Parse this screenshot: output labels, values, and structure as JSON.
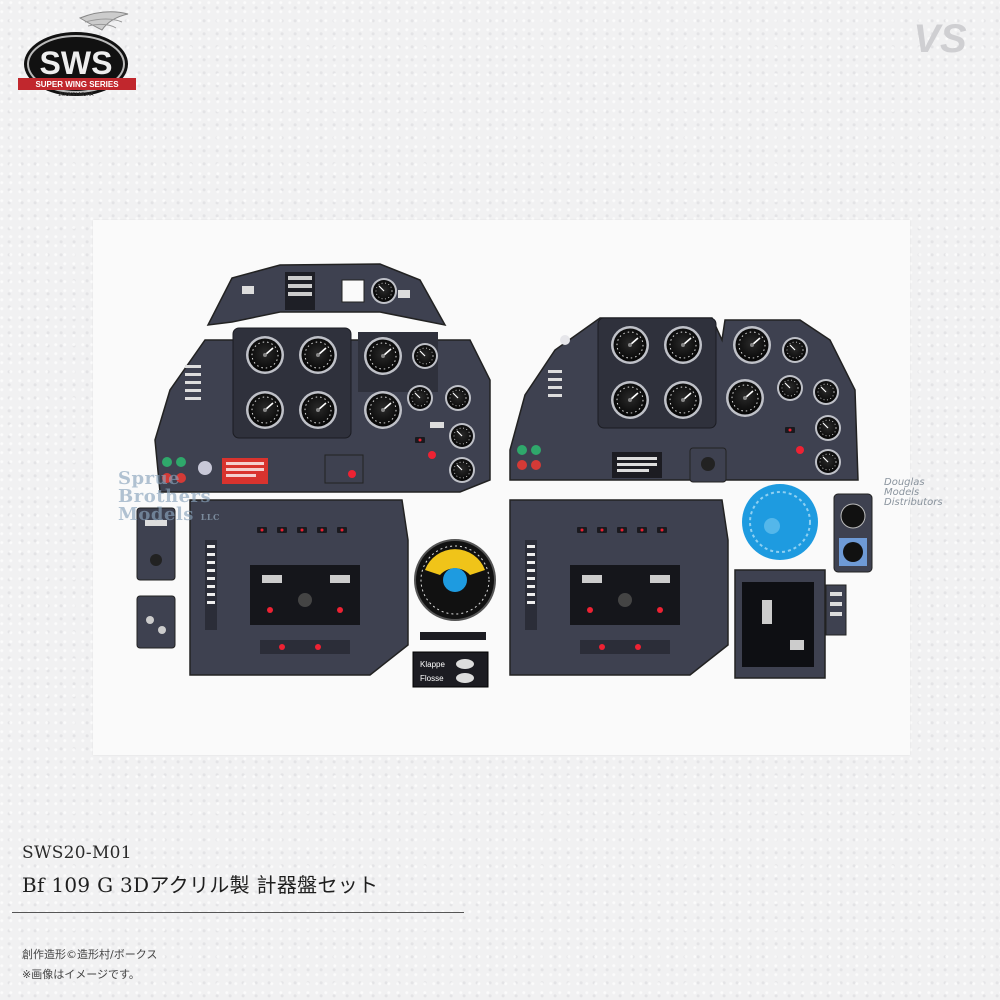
{
  "brand": {
    "logo_text": "SWS",
    "logo_banner": "SUPER WING SERIES",
    "logo_sub": "ZOUKEI-MURA",
    "corner_mark": "VS"
  },
  "watermarks": {
    "left_lines": [
      "Sprue",
      "Brothers",
      "Models"
    ],
    "left_suffix": "LLC",
    "right_lines": [
      "Douglas",
      "Models",
      "Distributors"
    ]
  },
  "decal_labels": {
    "flaps": "Klappe",
    "flaps2": "Flosse"
  },
  "product": {
    "code": "SWS20-M01",
    "title": "Bf 109 G 3Dアクリル製 計器盤セット"
  },
  "footer": {
    "credit": "創作造形©造形村/ボークス",
    "note": "※画像はイメージです。"
  },
  "colors": {
    "panel": "#3e4150",
    "panel_dark": "#2b2d38",
    "accent_blue": "#1e9be0",
    "accent_red": "#d43a36",
    "gauge_yellow": "#f0c419"
  }
}
